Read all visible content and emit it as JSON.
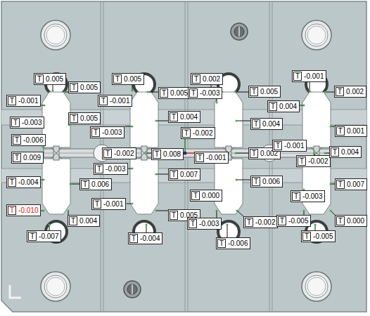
{
  "diagram": {
    "nodes": [
      {
        "text": [
          "T",
          "0.005"
        ]
      },
      {
        "text": [
          "T",
          "0.005"
        ]
      },
      {
        "text": [
          "T",
          "-0.001"
        ]
      },
      {
        "text": [
          "T",
          "-0.003"
        ]
      },
      {
        "text": [
          "T",
          "0.005"
        ]
      },
      {
        "text": [
          "T",
          "-0.006"
        ]
      },
      {
        "text": [
          "T",
          "0.009"
        ]
      },
      {
        "text": [
          "T",
          "-0.004"
        ]
      },
      {
        "text": [
          "T",
          "0.006"
        ]
      },
      {
        "text": [
          "T",
          "-0.010"
        ]
      },
      {
        "text": [
          "T",
          "0.004"
        ]
      },
      {
        "text": [
          "T",
          "-0.007"
        ]
      },
      {
        "text": [
          "T",
          "0.005"
        ]
      },
      {
        "text": [
          "T",
          "0.005"
        ]
      },
      {
        "text": [
          "T",
          "-0.001"
        ]
      },
      {
        "text": [
          "T",
          "0.004"
        ]
      },
      {
        "text": [
          "T",
          "-0.003"
        ]
      },
      {
        "text": [
          "T",
          "-0.002"
        ]
      },
      {
        "text": [
          "T",
          "0.008"
        ]
      },
      {
        "text": [
          "T",
          "-0.003"
        ]
      },
      {
        "text": [
          "T",
          "0.007"
        ]
      },
      {
        "text": [
          "T",
          "-0.001"
        ]
      },
      {
        "text": [
          "T",
          "0.005"
        ]
      },
      {
        "text": [
          "T",
          "-0.004"
        ]
      },
      {
        "text": [
          "T",
          "0.002"
        ]
      },
      {
        "text": [
          "T",
          "0.005"
        ]
      },
      {
        "text": [
          "T",
          "-0.003"
        ]
      },
      {
        "text": [
          "T",
          "0.004"
        ]
      },
      {
        "text": [
          "T",
          "-0.002"
        ]
      },
      {
        "text": [
          "T",
          "-0.001"
        ]
      },
      {
        "text": [
          "T",
          "0.002"
        ]
      },
      {
        "text": [
          "T",
          "0.006"
        ]
      },
      {
        "text": [
          "T",
          "0.000"
        ]
      },
      {
        "text": [
          "T",
          "-0.003"
        ]
      },
      {
        "text": [
          "T",
          "-0.002"
        ]
      },
      {
        "text": [
          "T",
          "-0.006"
        ]
      },
      {
        "text": [
          "T",
          "-0.001"
        ]
      },
      {
        "text": [
          "T",
          "0.002"
        ]
      },
      {
        "text": [
          "T",
          "0.004"
        ]
      },
      {
        "text": [
          "T",
          "0.001"
        ]
      },
      {
        "text": [
          "T",
          "-0.001"
        ]
      },
      {
        "text": [
          "T",
          "-0.002"
        ]
      },
      {
        "text": [
          "T",
          "0.004"
        ]
      },
      {
        "text": [
          "T",
          "-0.003"
        ]
      },
      {
        "text": [
          "T",
          "0.007"
        ]
      },
      {
        "text": [
          "T",
          "-0.005"
        ]
      },
      {
        "text": [
          "T",
          "0.000"
        ]
      },
      {
        "text": [
          "T",
          "-0.005"
        ]
      }
    ]
  }
}
